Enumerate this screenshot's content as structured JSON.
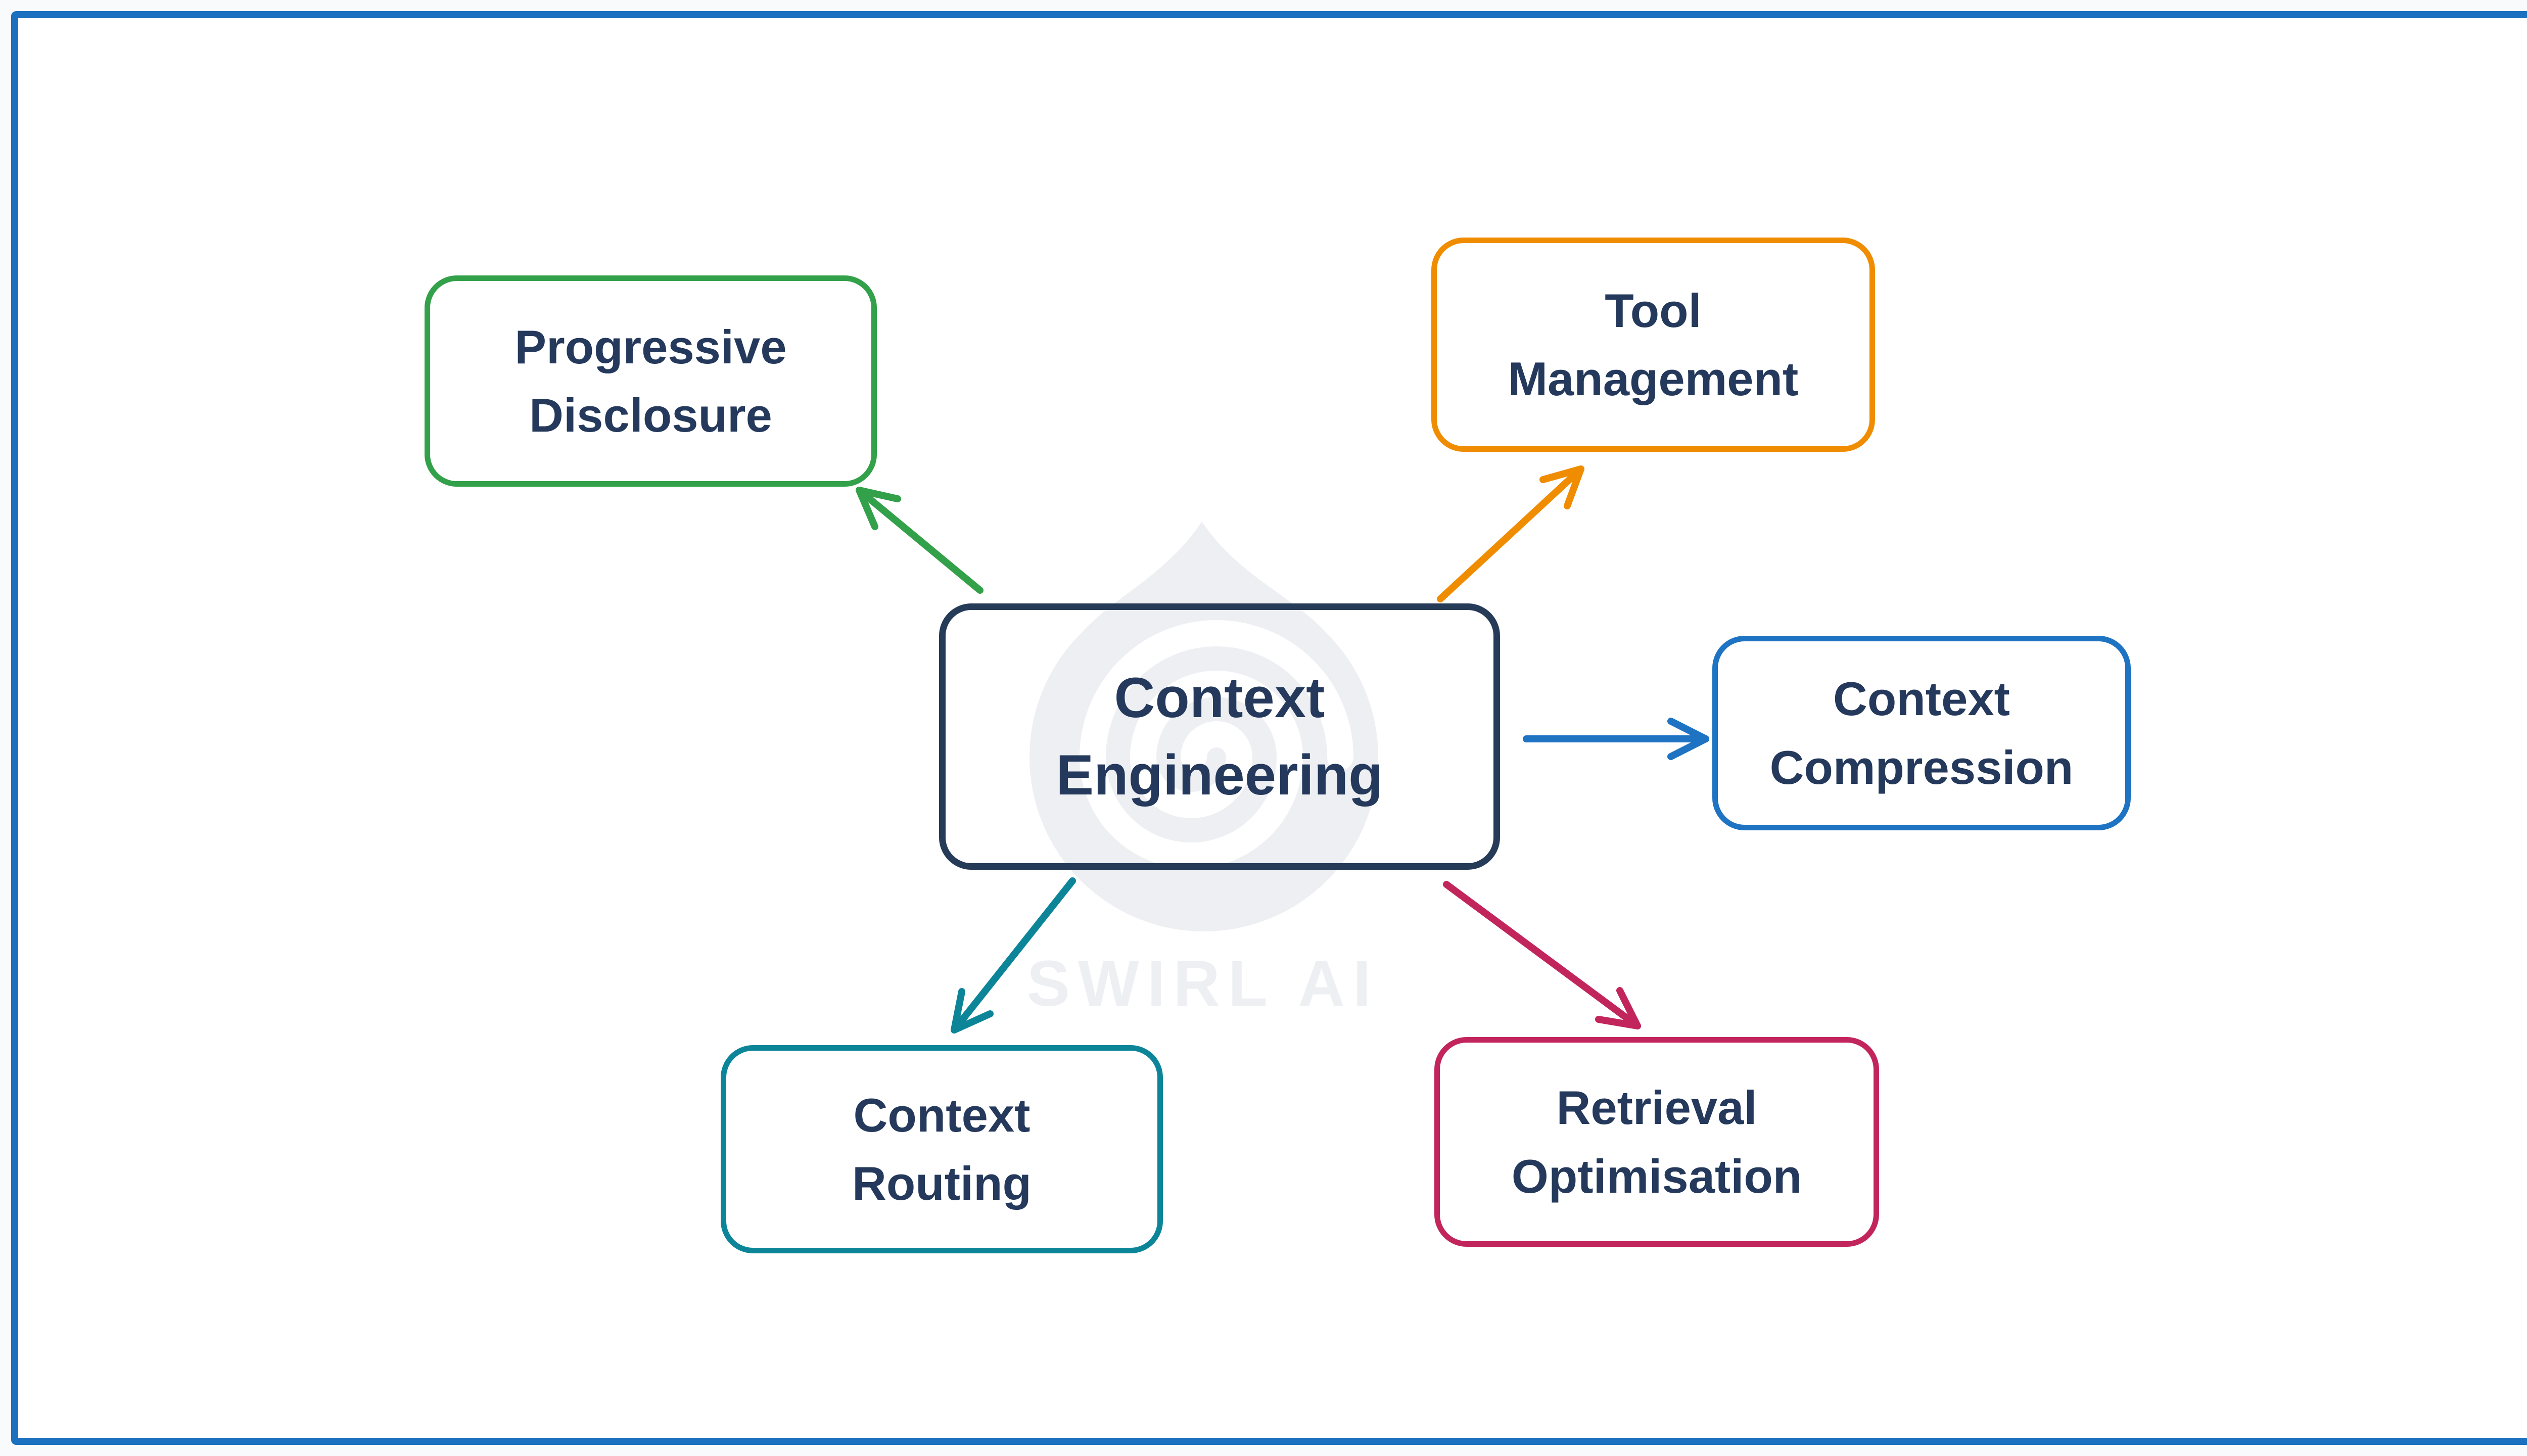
{
  "frame": {
    "outer_background": "#f9fafb",
    "background": "#ffffff",
    "border_color": "#1b70c0"
  },
  "watermark": {
    "text": "SWIRL AI",
    "color": "#edeff2",
    "logo": "swirl-drop-logo"
  },
  "diagram": {
    "text_color": "#24395b",
    "center_node": {
      "id": "context-engineering",
      "lines": [
        "Context",
        "Engineering"
      ],
      "border_color": "#253b58"
    },
    "nodes": [
      {
        "id": "progressive-disclosure",
        "lines": [
          "Progressive",
          "Disclosure"
        ],
        "border_color": "#33a04a",
        "position": "top-left"
      },
      {
        "id": "tool-management",
        "lines": [
          "Tool",
          "Management"
        ],
        "border_color": "#f08c00",
        "position": "top-right"
      },
      {
        "id": "context-compression",
        "lines": [
          "Context",
          "Compression"
        ],
        "border_color": "#1e73c2",
        "position": "right"
      },
      {
        "id": "retrieval-optimisation",
        "lines": [
          "Retrieval",
          "Optimisation"
        ],
        "border_color": "#c2255c",
        "position": "bottom-right"
      },
      {
        "id": "context-routing",
        "lines": [
          "Context",
          "Routing"
        ],
        "border_color": "#0d8599",
        "position": "bottom-left"
      }
    ],
    "edges": [
      {
        "from": "context-engineering",
        "to": "progressive-disclosure",
        "color": "#33a04a"
      },
      {
        "from": "context-engineering",
        "to": "tool-management",
        "color": "#f08c00"
      },
      {
        "from": "context-engineering",
        "to": "context-compression",
        "color": "#1e73c2"
      },
      {
        "from": "context-engineering",
        "to": "retrieval-optimisation",
        "color": "#c2255c"
      },
      {
        "from": "context-engineering",
        "to": "context-routing",
        "color": "#0d8599"
      }
    ]
  }
}
